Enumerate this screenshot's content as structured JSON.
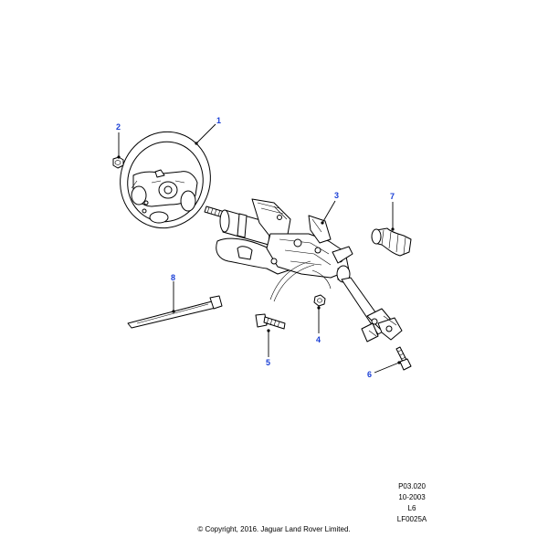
{
  "callouts": [
    {
      "id": "1",
      "label": "1",
      "part": "steering wheel"
    },
    {
      "id": "2",
      "label": "2",
      "part": "nut"
    },
    {
      "id": "3",
      "label": "3",
      "part": "steering column"
    },
    {
      "id": "4",
      "label": "4",
      "part": "nut"
    },
    {
      "id": "5",
      "label": "5",
      "part": "bolt"
    },
    {
      "id": "6",
      "label": "6",
      "part": "bolt"
    },
    {
      "id": "7",
      "label": "7",
      "part": "boot"
    },
    {
      "id": "8",
      "label": "8",
      "part": "cable tie"
    }
  ],
  "meta": {
    "ref": "P03.020",
    "date": "10-2003",
    "model": "L6",
    "code": "LF0025A"
  },
  "copyright": "© Copyright, 2016. Jaguar Land Rover Limited.",
  "colors": {
    "callout": "#1a3fd6",
    "line": "#000000",
    "background": "#ffffff"
  }
}
